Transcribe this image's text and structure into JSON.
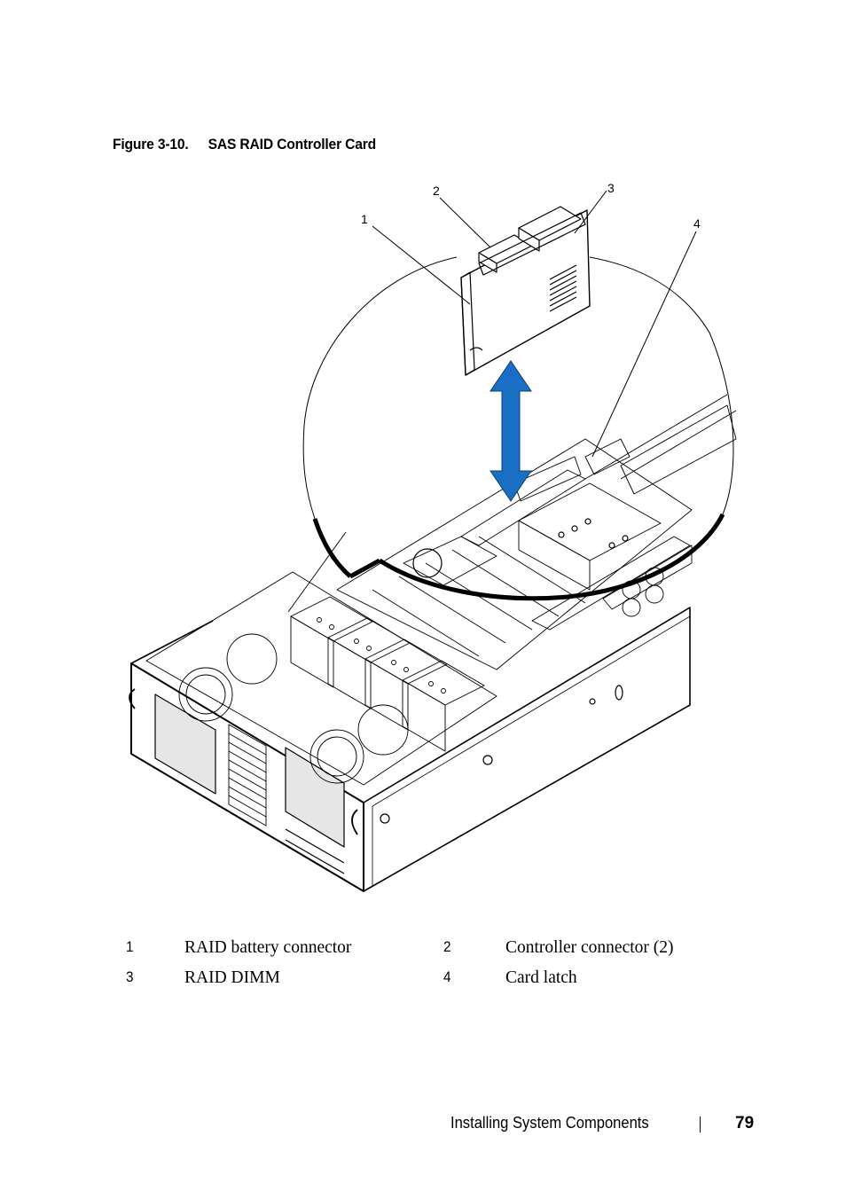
{
  "figure": {
    "number": "Figure 3-10.",
    "title": "SAS RAID Controller Card",
    "callouts": [
      "1",
      "2",
      "3",
      "4"
    ]
  },
  "legend": [
    {
      "num": "1",
      "label": "RAID battery connector"
    },
    {
      "num": "2",
      "label": "Controller connector (2)"
    },
    {
      "num": "3",
      "label": "RAID DIMM"
    },
    {
      "num": "4",
      "label": "Card latch"
    }
  ],
  "footer": {
    "section": "Installing System Components",
    "page": "79"
  },
  "colors": {
    "arrow": "#1a6fc4",
    "line": "#000000",
    "panel_fill": "#e6e6e6"
  }
}
